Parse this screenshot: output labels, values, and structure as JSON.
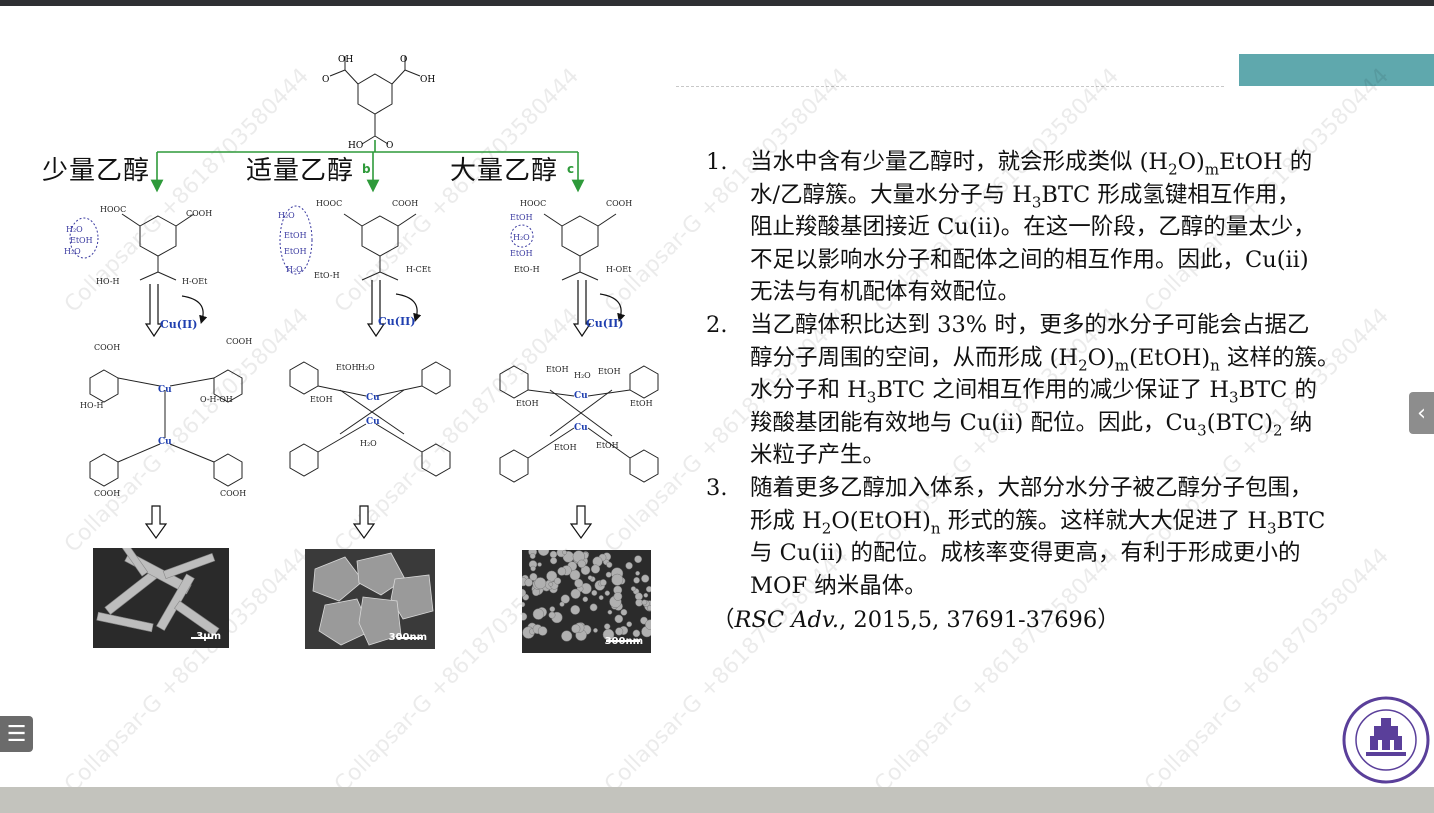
{
  "figure": {
    "columns": [
      {
        "label": "少量乙醇",
        "tag": "",
        "scale": "3μm"
      },
      {
        "label": "适量乙醇",
        "tag": "b",
        "scale": "300nm"
      },
      {
        "label": "大量乙醇",
        "tag": "c",
        "scale": "300nm"
      }
    ],
    "cu_label": "Cu(II)",
    "cu_atom": "Cu",
    "mol": {
      "oh": "OH",
      "ho": "HO",
      "o": "O",
      "h2o": "H₂O",
      "etoh": "EtOH",
      "cooh": "COOH",
      "hooc": "HOOC",
      "hoh": "HO-H",
      "hoet": "H-OEt",
      "ohoh": "O-H-OH",
      "etoh_chain": "EtO-H",
      "het": "H-OEt",
      "eto_h": "EtO-H",
      "h_cet": "H-CEt"
    },
    "arrow_color": "#2e9a3a",
    "solvent_color": "#3a3aa0"
  },
  "items": [
    {
      "num": "1.",
      "lines": [
        [
          {
            "t": "当水中含有少量乙醇时，就会形成类似 (H"
          },
          {
            "sub": "2"
          },
          {
            "t": "O)"
          },
          {
            "sub": "m"
          },
          {
            "t": "EtOH 的"
          }
        ],
        [
          {
            "t": "水/乙醇簇。大量水分子与 H"
          },
          {
            "sub": "3"
          },
          {
            "t": "BTC 形成氢键相互作用，"
          }
        ],
        [
          {
            "t": "阻止羧酸基团接近 Cu(ii)。在这一阶段，乙醇的量太少，"
          }
        ],
        [
          {
            "t": "不足以影响水分子和配体之间的相互作用。因此，Cu(ii)"
          }
        ],
        [
          {
            "t": "无法与有机配体有效配位。"
          }
        ]
      ]
    },
    {
      "num": "2.",
      "lines": [
        [
          {
            "t": "当乙醇体积比达到 33% 时，更多的水分子可能会占据乙"
          }
        ],
        [
          {
            "t": "醇分子周围的空间，从而形成 (H"
          },
          {
            "sub": "2"
          },
          {
            "t": "O)"
          },
          {
            "sub": "m"
          },
          {
            "t": "(EtOH)"
          },
          {
            "sub": "n"
          },
          {
            "t": " 这样的簇。"
          }
        ],
        [
          {
            "t": "水分子和 H"
          },
          {
            "sub": "3"
          },
          {
            "t": "BTC 之间相互作用的减少保证了 H"
          },
          {
            "sub": "3"
          },
          {
            "t": "BTC 的"
          }
        ],
        [
          {
            "t": "羧酸基团能有效地与 Cu(ii) 配位。因此，Cu"
          },
          {
            "sub": "3"
          },
          {
            "t": "(BTC)"
          },
          {
            "sub": "2"
          },
          {
            "t": " 纳"
          }
        ],
        [
          {
            "t": "米粒子产生。"
          }
        ]
      ]
    },
    {
      "num": "3.",
      "lines": [
        [
          {
            "t": "随着更多乙醇加入体系，大部分水分子被乙醇分子包围，"
          }
        ],
        [
          {
            "t": "形成 H"
          },
          {
            "sub": "2"
          },
          {
            "t": "O(EtOH)"
          },
          {
            "sub": "n"
          },
          {
            "t": " 形式的簇。这样就大大促进了 H"
          },
          {
            "sub": "3"
          },
          {
            "t": "BTC"
          }
        ],
        [
          {
            "t": "与 Cu(ii) 的配位。成核率变得更高，有利于形成更小的"
          }
        ],
        [
          {
            "t": "MOF 纳米晶体。"
          }
        ]
      ]
    }
  ],
  "citation": {
    "open": "（",
    "journal": "RSC Adv.",
    "rest": ", 2015,5, 37691-37696",
    "close": "）"
  },
  "watermark": "Collapsar-G +8618703580444",
  "colors": {
    "accent": "#5fa8ad",
    "topbar": "#2f3033",
    "bottombar": "#c3c3bd",
    "logo": "#5a3f9a"
  },
  "icons": {
    "menu": "list-icon",
    "prev": "chevron-left-icon",
    "logo": "university-seal-icon"
  }
}
